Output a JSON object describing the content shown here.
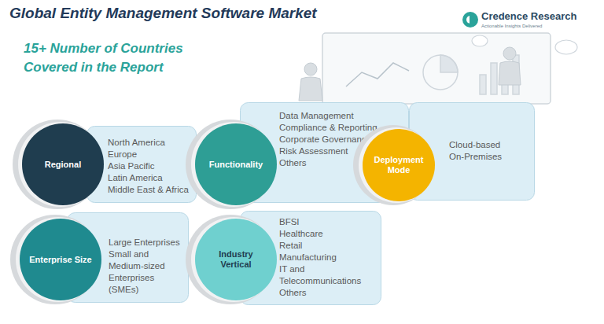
{
  "diagram": {
    "title": "Global Entity Management Software Market",
    "nodes": [
      {
        "text": [
          "Regional"
        ]
      },
      {
        "text": [
          "North America",
          "Europe",
          "Asia Pacific",
          "Latin America",
          "Middle East & Africa"
        ]
      },
      {
        "text": [
          "Functionality"
        ]
      },
      {
        "text": [
          "Data Management",
          "Compliance & Reporting",
          "Corporate Governance",
          "Risk Assessment",
          "Others"
        ]
      },
      {
        "text": [
          "Deployment Mode"
        ]
      },
      {
        "text": [
          "Cloud-based",
          "On-Premises"
        ]
      },
      {
        "text": [
          "Enterprise Size"
        ]
      },
      {
        "text": [
          "Large Enterprises",
          "Small and Medium-sized Enterprises (SMEs)"
        ]
      },
      {
        "text": [
          "Industry Vertical"
        ]
      },
      {
        "text": [
          "BFSI",
          "Healthcare",
          "Retail",
          "Manufacturing",
          "IT and Telecommunications",
          "Others"
        ]
      }
    ],
    "labels": [
      "15+ Number of Countries Covered in the Report",
      "Credence Research",
      "Actionable Insights Delivered"
    ]
  }
}
